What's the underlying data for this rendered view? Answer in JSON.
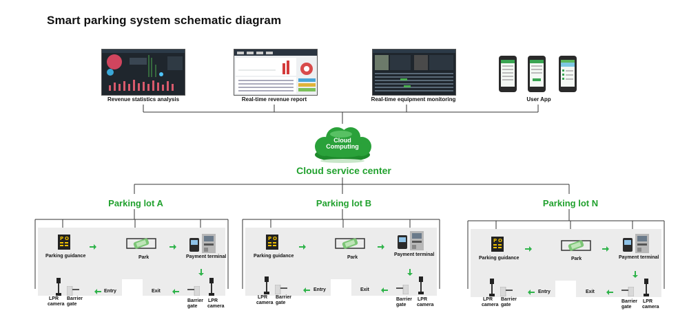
{
  "title": "Smart parking system schematic diagram",
  "top_items": [
    {
      "label": "Revenue statistics analysis"
    },
    {
      "label": "Real-time revenue report"
    },
    {
      "label": "Real-time equipment monitoring"
    },
    {
      "label": "User App"
    }
  ],
  "cloud": {
    "line1": "Cloud",
    "line2": "Computing"
  },
  "service_center": "Cloud service center",
  "lots": [
    {
      "name": "Parking lot A"
    },
    {
      "name": "Parking lot B"
    },
    {
      "name": "Parking lot N"
    }
  ],
  "lot_labels": {
    "guidance": "Parking guidance",
    "park": "Park",
    "payment": "Payment terminal",
    "lpr_line1": "LPR",
    "lpr_line2": "camera",
    "barrier_line1": "Barrier",
    "barrier_line2": "gate",
    "entry": "Entry",
    "exit": "Exit"
  },
  "colors": {
    "accent_green": "#21a12e",
    "arrow_green": "#2fb34a",
    "panel_gray": "#ececec"
  }
}
